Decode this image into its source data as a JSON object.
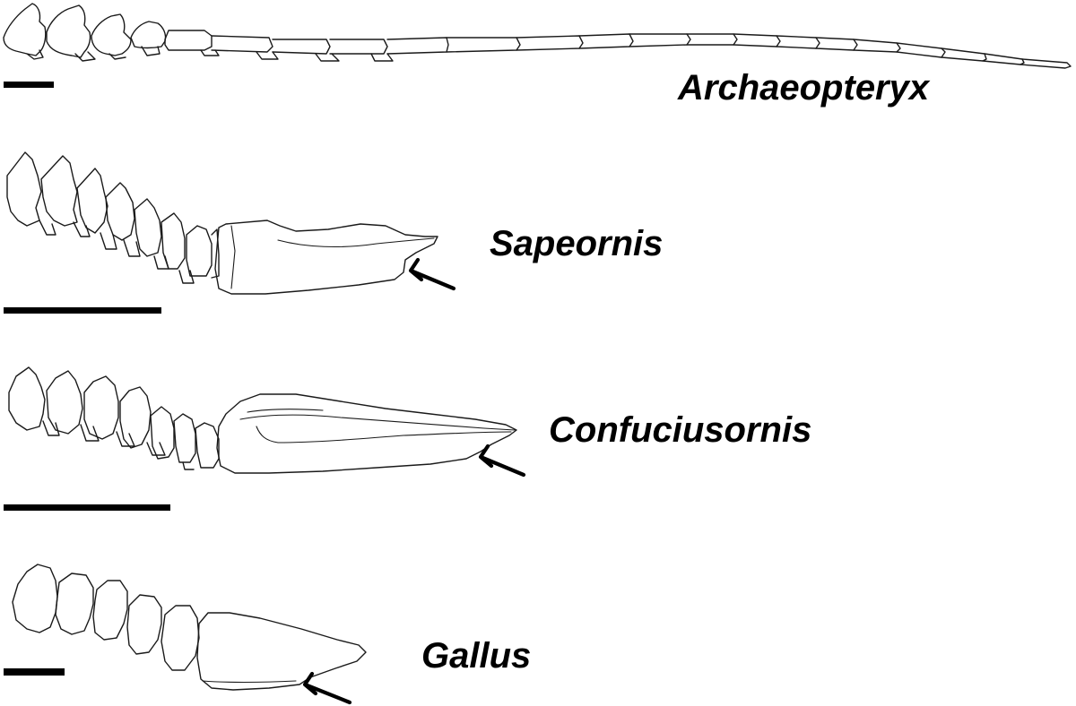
{
  "figure": {
    "panels": [
      {
        "id": "archaeopteryx",
        "label": "Archaeopteryx",
        "has_arrow": false
      },
      {
        "id": "sapeornis",
        "label": "Sapeornis",
        "has_arrow": true
      },
      {
        "id": "confuciusornis",
        "label": "Confuciusornis",
        "has_arrow": true
      },
      {
        "id": "gallus",
        "label": "Gallus",
        "has_arrow": true
      }
    ]
  }
}
